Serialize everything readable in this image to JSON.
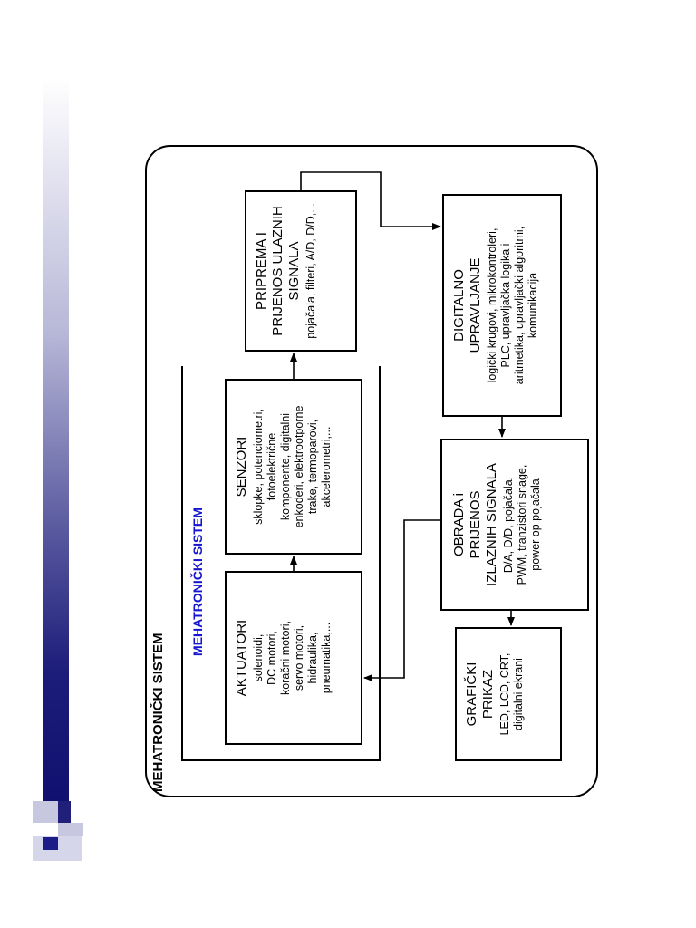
{
  "diagram": {
    "outer_title": "MEHATRONIČKI SISTEM",
    "inner_title": "MEHATRONIČKI SISTEM",
    "boxes": {
      "aktuatori": {
        "title": "AKTUATORI",
        "desc": "solenoidi,\nDC motori,\nkoračni motori,\nservo motori,\nhidraulika,\npneumatika,..."
      },
      "senzori": {
        "title": "SENZORI",
        "desc": "sklopke, potenciometri,\nfotoelektrične\nkomponente, digitalni\nenkoderi, elektrootporne\ntrake, termoparovi,\nakcelerometri,..."
      },
      "priprema": {
        "title": "PRIPREMA I\nPRIJENOS ULAZNIH\nSIGNALA",
        "desc": "pojačala, filteri, A/D, D/D,..."
      },
      "graficki": {
        "title": "GRAFIČKI\nPRIKAZ",
        "desc": "LED, LCD, CRT,\ndigitalni ekrani"
      },
      "obrada": {
        "title": "OBRADA i\nPRIJENOS\nIZLAZNIH SIGNALA",
        "desc": "D/A, D/D, pojačala,\nPWM, tranzistori snage,\npower op pojačala"
      },
      "digitalno": {
        "title": "DIGITALNO\nUPRAVLJANJE",
        "desc": "logički krugovi, mikrokontroleri,\nPLC, upravljačka logika i\naritmetika, upravljački algoritmi,\nkomunikacija"
      }
    }
  },
  "colors": {
    "inner_title": "#1515d0",
    "lines": "#000000",
    "sidebar_dark": "#1c1c7a",
    "sidebar_light": "#c7c7e0"
  }
}
